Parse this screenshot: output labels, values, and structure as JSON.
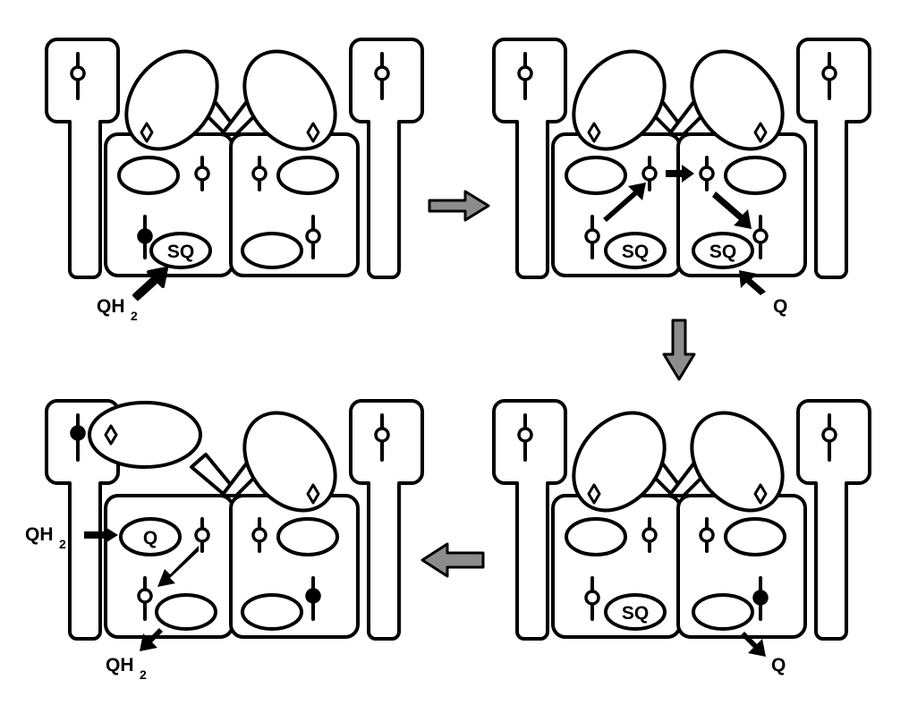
{
  "panels": [
    {
      "id": "panel-1",
      "labels": {
        "site_left_center": "SQ"
      },
      "external": [
        {
          "text": "QH",
          "sub": "2"
        }
      ]
    },
    {
      "id": "panel-2",
      "labels": {
        "site_left_center": "SQ",
        "site_right_center": "SQ"
      },
      "external": [
        {
          "text": "Q"
        }
      ]
    },
    {
      "id": "panel-3",
      "labels": {
        "site_left_center": "Q"
      },
      "external": [
        {
          "text": "QH",
          "sub": "2"
        },
        {
          "text": "QH",
          "sub": "2"
        }
      ]
    },
    {
      "id": "panel-4",
      "labels": {
        "site_left_center": "SQ"
      },
      "external": [
        {
          "text": "Q"
        }
      ]
    }
  ],
  "colors": {
    "stroke": "#000000",
    "fill": "#ffffff",
    "transition_arrow": "#8c8c8c"
  },
  "icons": {
    "heme_open": "open-circle-icon",
    "heme_reduced": "filled-circle-icon",
    "fes_cluster": "diamond-icon"
  }
}
